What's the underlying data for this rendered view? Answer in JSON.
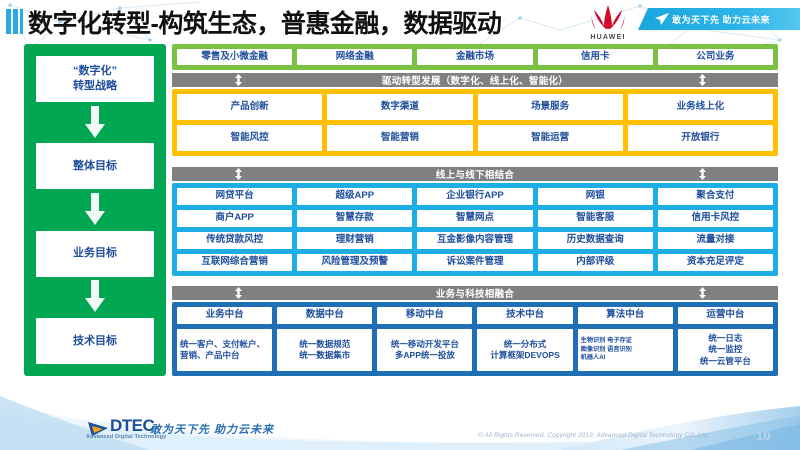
{
  "header": {
    "title": "数字化转型-构筑生态，普惠金融，数据驱动",
    "brand": "HUAWEI",
    "slogan": "敢为天下先 助力云未来"
  },
  "left_column": {
    "items": [
      {
        "label": "“数字化”\n转型战略"
      },
      {
        "label": "整体目标"
      },
      {
        "label": "业务目标"
      },
      {
        "label": "技术目标"
      }
    ],
    "labels": {
      "strategy": "“数字化”转型战略",
      "overall": "整体目标",
      "business": "业务目标",
      "technical": "技术目标"
    },
    "color": "#00a651"
  },
  "business_lines": {
    "color": "#7ac143",
    "items": [
      "零售及小微金融",
      "网络金融",
      "金融市场",
      "信用卡",
      "公司业务"
    ]
  },
  "band_driver": {
    "label": "驱动转型发展（数字化、线上化、智能化）",
    "color": "#808080"
  },
  "transformation": {
    "color": "#ffc000",
    "row1": [
      "产品创新",
      "数字渠道",
      "场景服务",
      "业务线上化"
    ],
    "row2": [
      "智能风控",
      "智能营销",
      "智能运营",
      "开放银行"
    ]
  },
  "band_online_offline": {
    "label": "线上与线下相结合",
    "color": "#808080"
  },
  "channels": {
    "color": "#1caee4",
    "row1": [
      "网贷平台",
      "超级APP",
      "企业银行APP",
      "网银",
      "聚合支付"
    ],
    "row2": [
      "商户APP",
      "智慧存款",
      "智慧网点",
      "智能客服",
      "信用卡风控"
    ],
    "row3": [
      "传统贷款风控",
      "理财营销",
      "互金影像内容管理",
      "历史数据查询",
      "流量对接"
    ],
    "row4": [
      "互联网综合营销",
      "风险管理及预警",
      "诉讼案件管理",
      "内部评级",
      "资本充足评定"
    ]
  },
  "band_fusion": {
    "label": "业务与科技相融合",
    "color": "#808080"
  },
  "platforms": {
    "color": "#1f6fb5",
    "headers": [
      "业务中台",
      "数据中台",
      "移动中台",
      "技术中台",
      "算法中台",
      "运营中台"
    ],
    "details": [
      "统一客户、支付帐户、营销、产品中台",
      "统一数据规范\n统一数据集市",
      "统一移动开发平台\n多APP统一投放",
      "统一分布式\n计算框架DEVOPS",
      "生物识别 电子存证\n图像识别 语音识别\n机器人AI",
      "统一日志\n统一监控\n统一云管平台"
    ]
  },
  "footer": {
    "logo_text": "DTEC",
    "logo_sub": "Advanced Digital Technology",
    "slogan": "敢为天下先  助力云未来",
    "copyright": "© All Rights Reserved. Copyright 2019, Advanced Digital Technology CO.,Ltd",
    "page_number": "10"
  }
}
